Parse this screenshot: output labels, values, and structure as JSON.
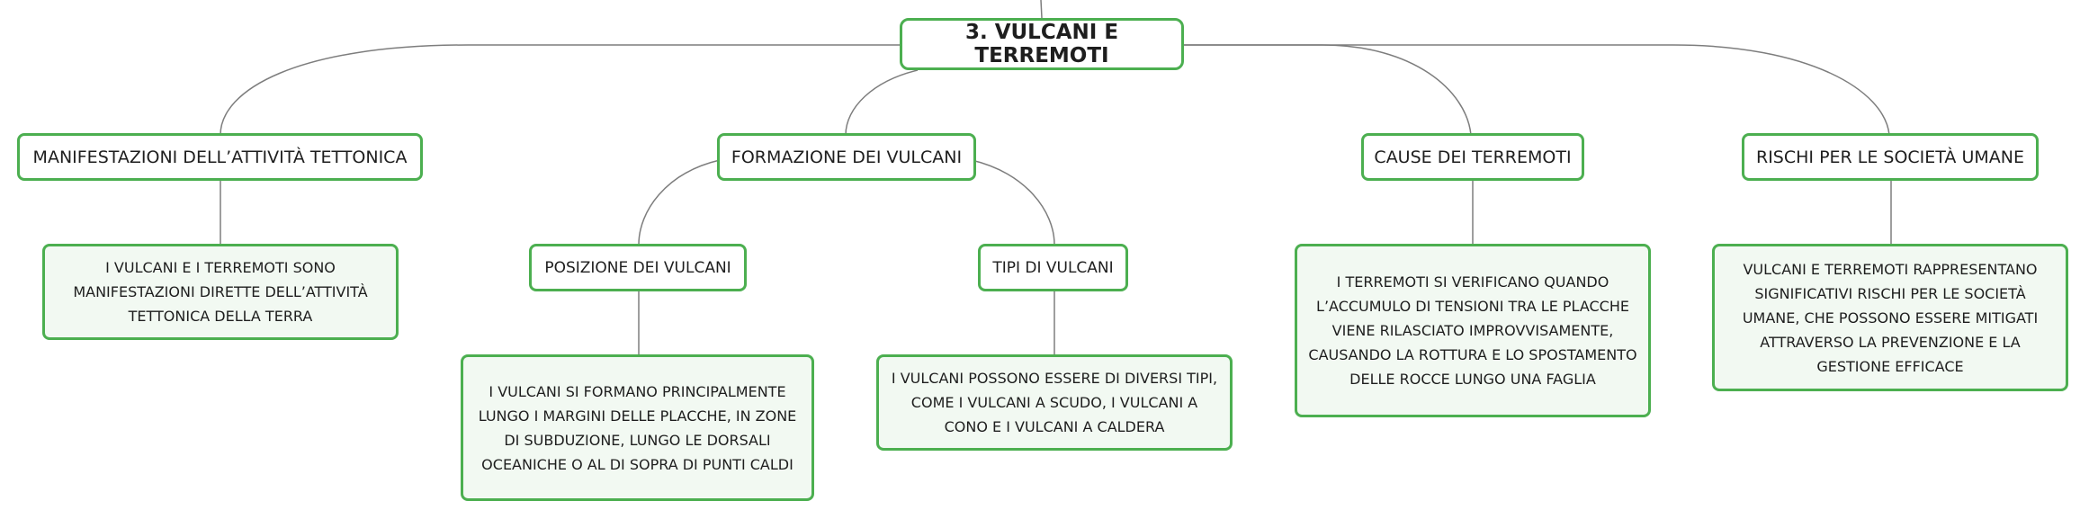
{
  "root": {
    "label": "3. VULCANI E TERREMOTI"
  },
  "topics": {
    "manifestazioni": {
      "label": "MANIFESTAZIONI DELL’ATTIVITÀ TETTONICA",
      "detail": "I VULCANI E I TERREMOTI SONO MANIFESTAZIONI DIRETTE DELL’ATTIVITÀ TETTONICA DELLA TERRA"
    },
    "formazione": {
      "label": "FORMAZIONE DEI VULCANI",
      "posizione": {
        "label": "POSIZIONE DEI VULCANI",
        "detail": "I VULCANI SI FORMANO PRINCIPALMENTE LUNGO I MARGINI DELLE PLACCHE, IN ZONE DI SUBDUZIONE, LUNGO LE DORSALI OCEANICHE O AL DI SOPRA DI PUNTI CALDI"
      },
      "tipi": {
        "label": "TIPI DI VULCANI",
        "detail": "I VULCANI POSSONO ESSERE DI DIVERSI TIPI, COME I VULCANI A SCUDO, I VULCANI A CONO E I VULCANI A CALDERA"
      }
    },
    "cause": {
      "label": "CAUSE DEI TERREMOTI",
      "detail": "I TERREMOTI SI VERIFICANO QUANDO L’ACCUMULO DI TENSIONI TRA LE PLACCHE VIENE RILASCIATO IMPROVVISAMENTE, CAUSANDO LA ROTTURA E LO SPOSTAMENTO DELLE ROCCE LUNGO UNA FAGLIA"
    },
    "rischi": {
      "label": "RISCHI PER LE SOCIETÀ UMANE",
      "detail": "VULCANI E TERREMOTI RAPPRESENTANO SIGNIFICATIVI RISCHI PER LE SOCIETÀ UMANE, CHE POSSONO ESSERE MITIGATI ATTRAVERSO LA PREVENZIONE E LA GESTIONE EFFICACE"
    }
  },
  "colors": {
    "node_border": "#4caf50",
    "detail_fill": "#f2f9f2",
    "connector": "#7d7d7d",
    "text": "#1e1e1e"
  }
}
